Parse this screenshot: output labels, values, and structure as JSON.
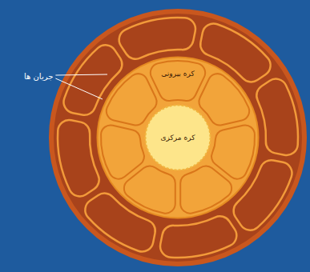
{
  "diagram": {
    "nodes": [
      {
        "text": [
          "کره بیرونی"
        ]
      },
      {
        "text": [
          "کره مرکزی"
        ],
        "in": 0
      }
    ],
    "labels": [
      "جریان ها"
    ]
  }
}
